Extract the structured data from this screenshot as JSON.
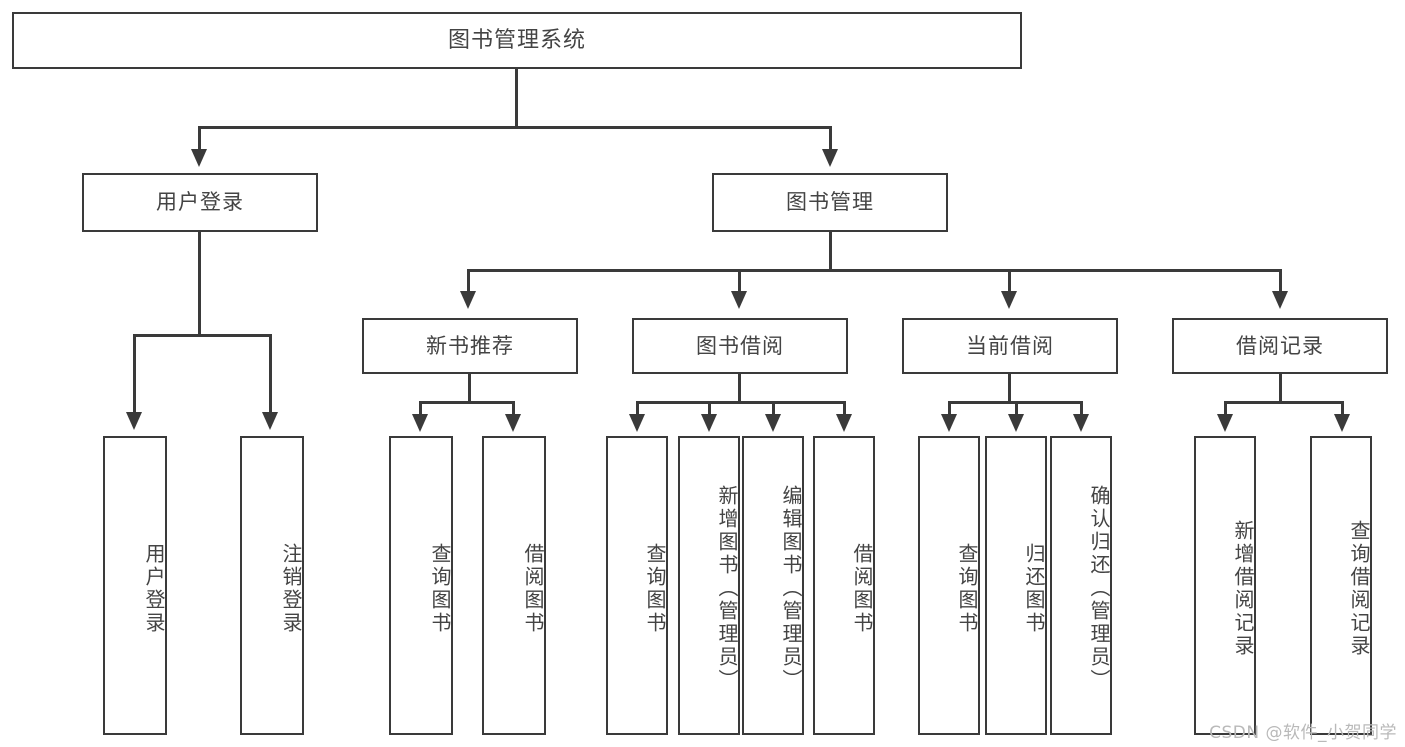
{
  "diagram": {
    "type": "tree",
    "title": "图书管理系统",
    "root": {
      "label": "图书管理系统"
    },
    "level2": [
      {
        "label": "用户登录"
      },
      {
        "label": "图书管理"
      }
    ],
    "level3": [
      {
        "label": "新书推荐"
      },
      {
        "label": "图书借阅"
      },
      {
        "label": "当前借阅"
      },
      {
        "label": "借阅记录"
      }
    ],
    "leaves": {
      "user_login": [
        {
          "label": "用户登录"
        },
        {
          "label": "注销登录"
        }
      ],
      "new_book_recommend": [
        {
          "label": "查询图书"
        },
        {
          "label": "借阅图书"
        }
      ],
      "book_borrow": [
        {
          "label": "查询图书"
        },
        {
          "label": "新增图书（管理员）"
        },
        {
          "label": "编辑图书（管理员）"
        },
        {
          "label": "借阅图书"
        }
      ],
      "current_borrow": [
        {
          "label": "查询图书"
        },
        {
          "label": "归还图书"
        },
        {
          "label": "确认归还（管理员）"
        }
      ],
      "borrow_record": [
        {
          "label": "新增借阅记录"
        },
        {
          "label": "查询借阅记录"
        }
      ]
    }
  },
  "watermark": {
    "text": "CSDN @软件_小贺同学"
  },
  "colors": {
    "border": "#3a3a3a",
    "text": "#444444",
    "background": "#ffffff",
    "watermark": "#b9b9b9"
  }
}
